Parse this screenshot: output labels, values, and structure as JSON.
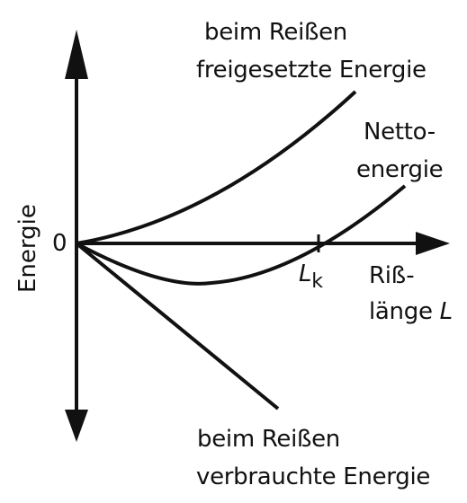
{
  "diagram": {
    "y_axis_label": "Energie",
    "origin_label": "0",
    "x_axis_label_line1": "Riß-",
    "x_axis_label_line2_prefix": "länge ",
    "x_axis_label_symbol": "L",
    "critical_length_symbol": "L",
    "critical_length_subscript": "k",
    "released_energy_line1": "beim Reißen",
    "released_energy_line2": "freigesetzte Energie",
    "net_energy_line1": "Netto-",
    "net_energy_line2": "energie",
    "consumed_energy_line1": "beim Reißen",
    "consumed_energy_line2": "verbrauchte Energie"
  },
  "colors": {
    "ink": "#111111",
    "background": "#ffffff"
  }
}
